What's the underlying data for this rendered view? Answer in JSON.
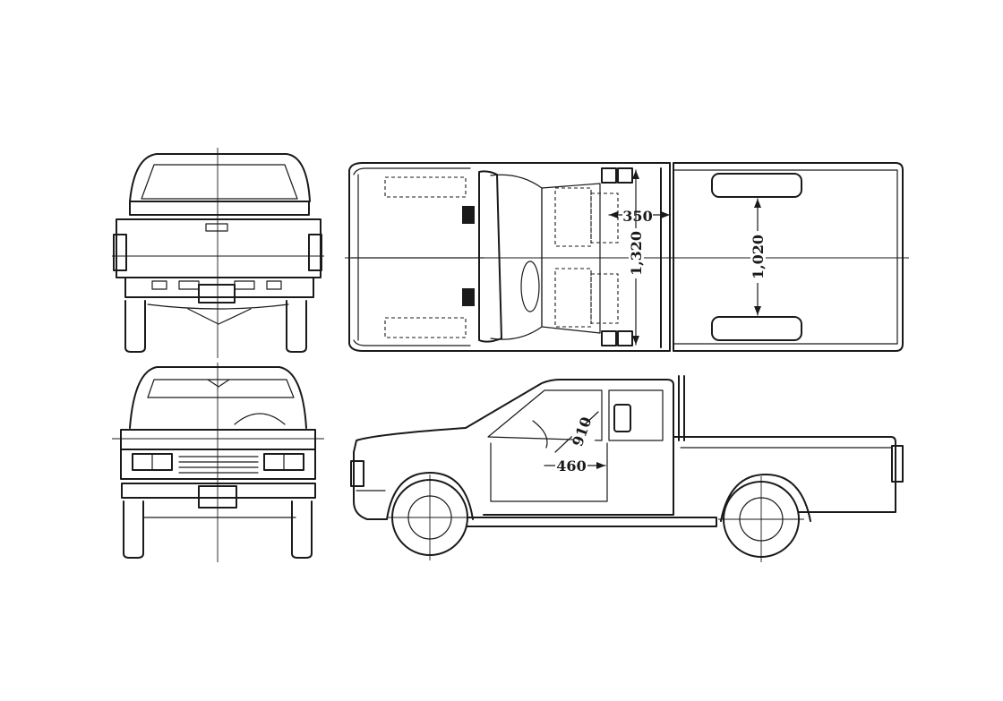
{
  "dimensions": {
    "seat_width": "350",
    "cab_width": "1,320",
    "bed_width": "1,020",
    "door_height": "910",
    "door_width": "460"
  },
  "colors": {
    "ink": "#1a1a1a",
    "paper": "#ffffff"
  }
}
